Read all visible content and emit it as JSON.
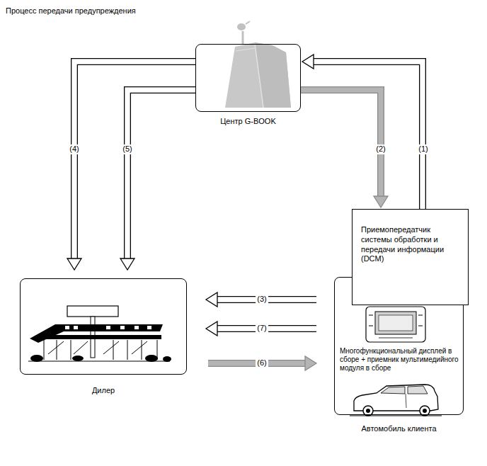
{
  "diagram": {
    "title": "Процесс передачи предупреждения",
    "nodes": [
      {
        "text": [
          "Центр G-BOOK"
        ]
      },
      {
        "text": [
          "Дилер"
        ]
      },
      {
        "text": [
          "Автомобиль клиента"
        ]
      },
      {
        "text": [
          "Приемопередатчик системы обработки и передачи информации (DCM)"
        ]
      }
    ],
    "edges": [
      {
        "from": 3,
        "to": 0,
        "arrow": "to",
        "label": "(1)"
      },
      {
        "from": 0,
        "to": 3,
        "arrow": "to",
        "label": "(2)"
      },
      {
        "from": 0,
        "to": 1,
        "arrow": "to",
        "label": "(4)"
      },
      {
        "from": 0,
        "to": 1,
        "arrow": "to",
        "label": "(5)"
      },
      {
        "from": 2,
        "to": 1,
        "arrow": "to",
        "label": "(3)"
      },
      {
        "from": 2,
        "to": 1,
        "arrow": "to",
        "label": "(7)"
      },
      {
        "from": 1,
        "to": 2,
        "arrow": "to",
        "label": "(6)"
      }
    ],
    "labels": [
      "Многофункциональный дисплей в сборе + приемник мультимедийного модуля в сборе"
    ]
  }
}
